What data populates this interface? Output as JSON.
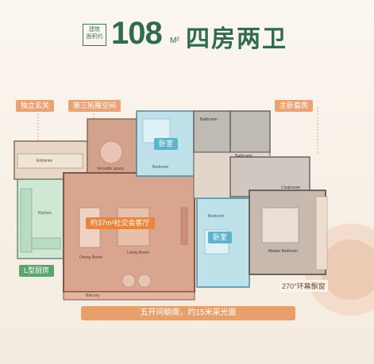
{
  "header": {
    "tag_line1": "建筑",
    "tag_line2": "面积约",
    "area_number": "108",
    "area_unit": "M²",
    "layout_name": "四房两卫"
  },
  "callouts": {
    "foyer": "独立玄关",
    "third_space": "第三拓展空间",
    "master_suite": "主卧套房",
    "bedroom_1": "卧室",
    "bedroom_2": "卧室",
    "living": "约37m²社交会客厅",
    "kitchen": "L型厨房",
    "window": "270°环幕飘窗",
    "bottom_bar": "五开间朝南，约15米采光面"
  },
  "room_labels": {
    "versatile": "Versatile space",
    "bedroom": "Bedroom",
    "bathroom": "Bathroom",
    "bathroom2": "Bathroom",
    "kitchen": "Kitchen",
    "dining": "Dining Room",
    "living_room": "Living Room",
    "balcony": "Balcony",
    "cloakroom": "Cloakroom",
    "master": "Master Bedroom",
    "bedroom2": "Bedroom",
    "entry": "Entrance"
  },
  "colors": {
    "brand_green": "#2f6b4c",
    "salmon": "#e9a374",
    "blue_room": "#bfe2ea",
    "floor": "#d9a58f",
    "green_room": "#cfe8d3"
  }
}
